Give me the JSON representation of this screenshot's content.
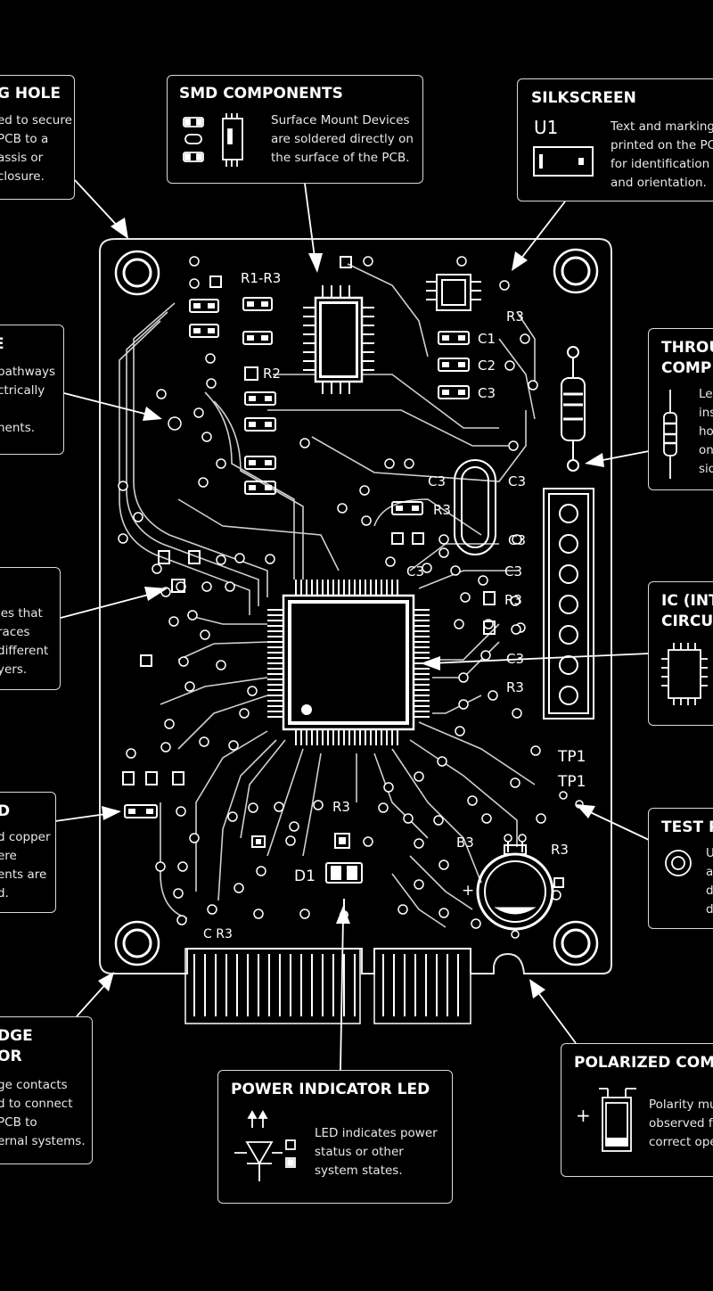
{
  "callouts": {
    "mounting_hole": {
      "title": "G HOLE",
      "lines": [
        "ed to secure",
        " PCB to a",
        "assis or",
        "closure."
      ]
    },
    "smd": {
      "title": "SMD COMPONENTS",
      "desc": "Surface Mount Devices are soldered directly on the surface of the PCB."
    },
    "silkscreen": {
      "title": "SILKSCREEN",
      "icon_label": "U1",
      "lines": [
        "Text and marking",
        "printed on the PC",
        "for identification",
        "and orientation."
      ]
    },
    "traces": {
      "title": "E",
      "lines": [
        "pathways",
        "ctrically",
        "",
        "nents."
      ]
    },
    "through_hole": {
      "title_lines": [
        "THROU",
        "COMP"
      ],
      "lines": [
        "Lea",
        "ins",
        "ho",
        "on",
        "sid"
      ]
    },
    "vias": {
      "lines": [
        "les that",
        "races",
        "different",
        "yers."
      ]
    },
    "ic": {
      "title_lines": [
        "IC (INT",
        "CIRCU"
      ]
    },
    "pads": {
      "title": "D",
      "lines": [
        "d copper",
        "ere",
        "ents are",
        "d."
      ]
    },
    "test_point": {
      "title": "TEST P",
      "lines": [
        "U",
        "a",
        "d",
        "d"
      ]
    },
    "edge_connector": {
      "title_lines": [
        "DGE",
        "OR"
      ],
      "lines": [
        "ge contacts",
        "d to connect",
        " PCB to",
        "ernal systems."
      ]
    },
    "power_led": {
      "title": "POWER INDICATOR LED",
      "lines": [
        "LED indicates power",
        "status or other",
        "system states."
      ]
    },
    "polarized": {
      "title": "POLARIZED COM",
      "sign": "+",
      "lines": [
        "Polarity mu",
        "observed fo",
        "correct ope"
      ]
    }
  },
  "board_labels": {
    "r1r3": "R1-R3",
    "r3_top": "R3",
    "c1": "C1",
    "c2": "C2",
    "c3": "C3",
    "r2": "R2",
    "c3_a": "C3",
    "c3_b": "C3",
    "r3_mid": "R3",
    "c3_c": "C3",
    "c3_d": "C3",
    "c3_e": "C3",
    "r3_e": "R3",
    "c3_f": "C3",
    "r3_f": "R3",
    "tp1": "TP1",
    "tp1b": "TP1",
    "r3_bot": "R3",
    "d1": "D1",
    "b3": "B3",
    "r3_cap": "R3",
    "plus": "+",
    "c_r3": "C R3"
  }
}
